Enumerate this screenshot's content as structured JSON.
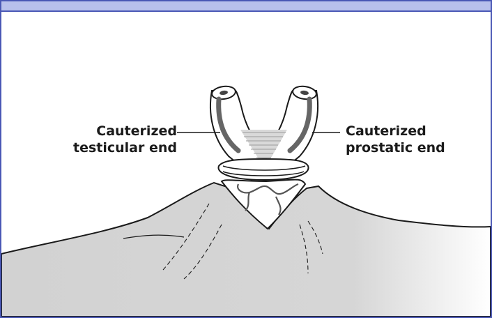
{
  "labels": {
    "left": {
      "line1": "Cauterized",
      "line2": "testicular end"
    },
    "right": {
      "line1": "Cauterized",
      "line2": "prostatic end"
    }
  },
  "colors": {
    "frame": "#4a58b5",
    "header_band": "#b8c0ec",
    "tissue_fill": "#d3d3d3",
    "outline": "#1a1a1a",
    "stripe": "#666666"
  }
}
